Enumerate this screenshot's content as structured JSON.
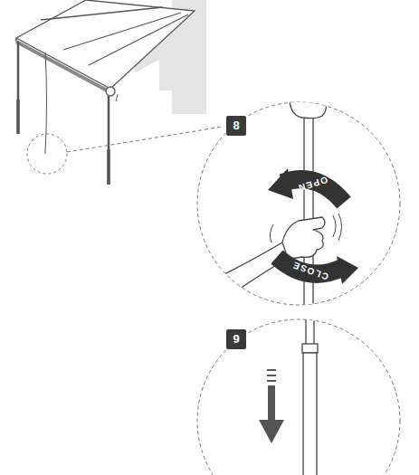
{
  "diagram": {
    "labels": [
      "8",
      "OPEN",
      "CLOSE",
      "9"
    ]
  }
}
